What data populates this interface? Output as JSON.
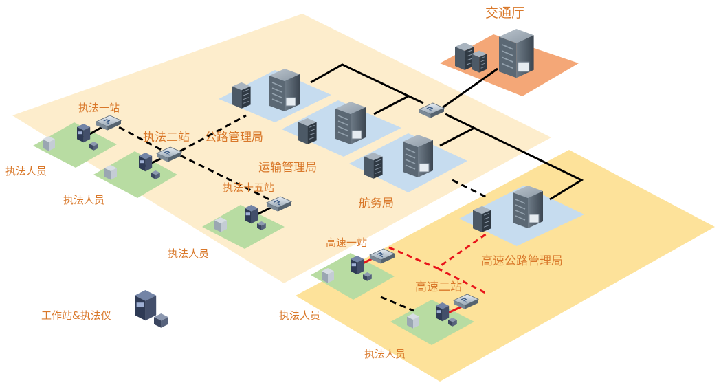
{
  "labels": {
    "transport_dept": "交通厅",
    "highway_admin": "公路管理局",
    "transport_admin": "运输管理局",
    "shipping_bureau": "航务局",
    "expressway_admin": "高速公路管理局",
    "station_1": "执法一站",
    "station_2": "执法二站",
    "station_15": "执法十五站",
    "exp_station_1": "高速一站",
    "exp_station_2": "高速二站",
    "officer_1": "执法人员",
    "officer_2": "执法人员",
    "officer_3": "执法人员",
    "officer_4": "执法人员",
    "officer_5": "执法人员",
    "legend": "工作站&执法仪"
  },
  "colors": {
    "zone_main": "#fdebc7",
    "zone_expressway": "#fde29a",
    "dept_tile": "#f4a777",
    "server_tile": "#c6dcef",
    "officer_tile": "#b8dca2",
    "label": "#d9782a",
    "link_solid": "#000000",
    "link_dashed": "#000000",
    "link_expressway": "#e8141a"
  },
  "icons": [
    "server-icon",
    "office-building-icon",
    "switch-icon",
    "workstation-icon",
    "law-device-icon"
  ]
}
